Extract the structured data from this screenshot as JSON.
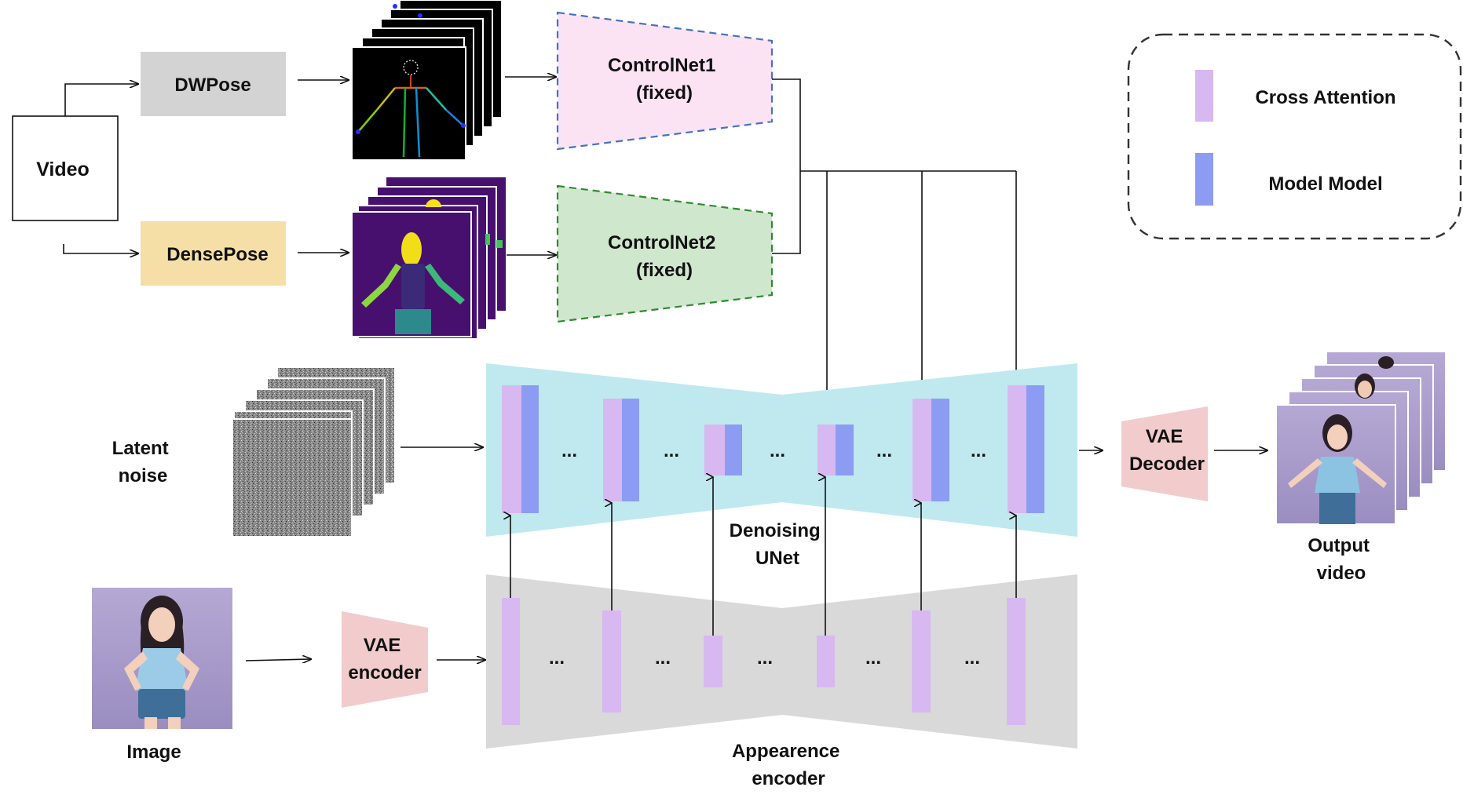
{
  "inputs": {
    "video": "Video",
    "dwpose": "DWPose",
    "densepose": "DensePose",
    "latent_noise": [
      "Latent",
      "noise"
    ],
    "image": "Image"
  },
  "controlnets": {
    "cn1": [
      "ControlNet1",
      "(fixed)"
    ],
    "cn2": [
      "ControlNet2",
      "(fixed)"
    ]
  },
  "modules": {
    "vae_encoder": [
      "VAE",
      "encoder"
    ],
    "vae_decoder": [
      "VAE",
      "Decoder"
    ],
    "denoising_unet": [
      "Denoising",
      "UNet"
    ],
    "appearance_encoder": [
      "Appearence",
      "encoder"
    ],
    "output_video": [
      "Output",
      "video"
    ],
    "ellipsis": "..."
  },
  "legend": {
    "cross_attention": "Cross Attention",
    "model_model": "Model Model"
  },
  "colors": {
    "cross_attention": "#d8b8f0",
    "model_block": "#8c9cf2",
    "unet_bg": "#bfe9ef",
    "encoder_bg": "#d9d9d9",
    "dwpose_box": "#d3d3d3",
    "densepose_box": "#f6dfa6",
    "controlnet1_fill": "#fbe3f4",
    "controlnet1_border": "#4472c4",
    "controlnet2_fill": "#cfe7cc",
    "controlnet2_border": "#2e8b2e",
    "vae_fill": "#f2cccc"
  },
  "images": {
    "pose_frames": "skeleton-pose-frames",
    "densepose_frames": "densepose-frames",
    "noise_frames": "noise-frames",
    "reference_image": "reference-person-photo",
    "output_frames": "output-video-frames"
  }
}
